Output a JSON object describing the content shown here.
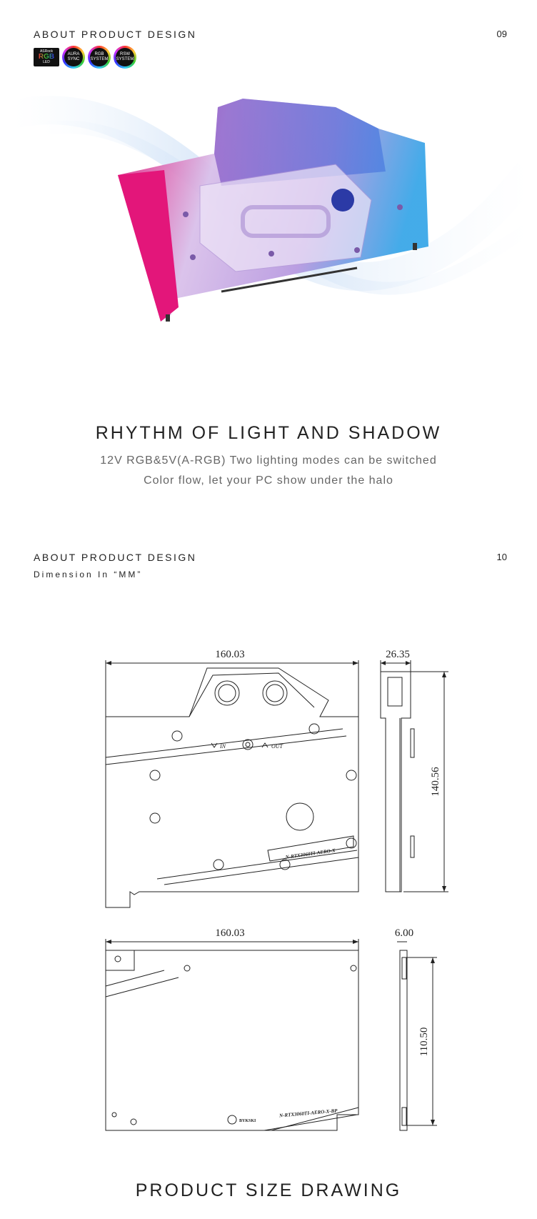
{
  "section1": {
    "heading": "ABOUT PRODUCT DESIGN",
    "page": "09",
    "logos": [
      {
        "icon": "asrock-rgb-led-logo",
        "top": "ASRock",
        "main": "RGB",
        "bottom": "LED"
      },
      {
        "icon": "aura-sync-logo",
        "text": "AURA SYNC"
      },
      {
        "icon": "rgb-system-logo",
        "text": "RGB SYSTEM"
      },
      {
        "icon": "rsw-system-logo",
        "text": "RSW SYSTEM"
      }
    ],
    "title": "RHYTHM OF LIGHT AND SHADOW",
    "line1": "12V RGB&5V(A-RGB) Two lighting modes can be switched",
    "line2": "Color flow, let your PC show under the halo"
  },
  "section2": {
    "heading": "ABOUT PRODUCT DESIGN",
    "page": "10",
    "subheading": "Dimension In “MM”",
    "dims": {
      "top_width": "160.03",
      "top_depth": "26.35",
      "top_height": "140.56",
      "back_width": "160.03",
      "back_depth": "6.00",
      "back_height": "110.50"
    },
    "labels": {
      "in": "IN",
      "out": "OUT",
      "plate_label_front": "N-RTX3060TI-AERO-X",
      "plate_label_back": "N-RTX3060TI-AERO-X-BP",
      "brand": "BYKSKI"
    },
    "footer_title": "PRODUCT SIZE DRAWING"
  },
  "colors": {
    "accent_magenta": "#e3167a",
    "accent_purple": "#8a5cc8",
    "accent_blue": "#3aa7e8",
    "text_dark": "#222222",
    "text_gray": "#666666"
  }
}
